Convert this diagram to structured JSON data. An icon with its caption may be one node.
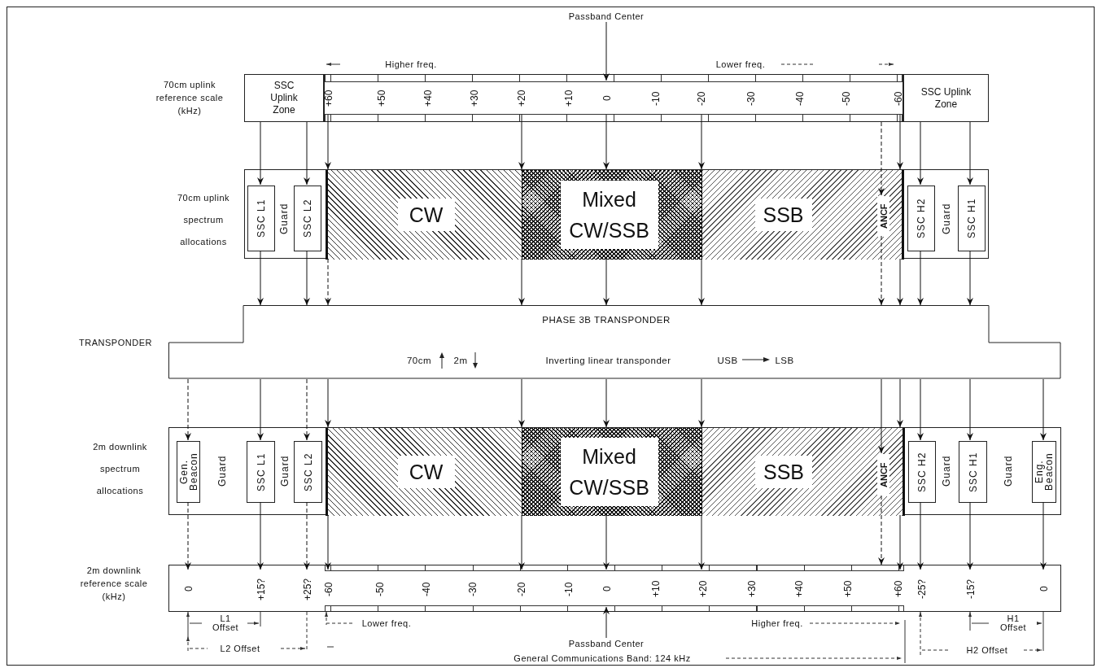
{
  "diagram": {
    "nodes": [
      {
        "text": [
          "Passband Center"
        ]
      },
      {
        "text": [
          "SSC Uplink Zone"
        ]
      },
      {
        "text": [],
        "shape": "bar"
      },
      {
        "text": [
          "+60"
        ],
        "in": 2
      },
      {
        "text": [
          "+50"
        ],
        "in": 2
      },
      {
        "text": [
          "+40"
        ],
        "in": 2
      },
      {
        "text": [
          "+30"
        ],
        "in": 2
      },
      {
        "text": [
          "+20"
        ],
        "in": 2
      },
      {
        "text": [
          "+10"
        ],
        "in": 2
      },
      {
        "text": [
          "0"
        ],
        "in": 2
      },
      {
        "text": [
          "-10"
        ],
        "in": 2
      },
      {
        "text": [
          "-20"
        ],
        "in": 2
      },
      {
        "text": [
          "-30"
        ],
        "in": 2
      },
      {
        "text": [
          "-40"
        ],
        "in": 2
      },
      {
        "text": [
          "-50"
        ],
        "in": 2
      },
      {
        "text": [
          "-60"
        ],
        "in": 2
      },
      {
        "text": [
          "SSC Uplink Zone"
        ]
      },
      {
        "text": [],
        "shape": "box"
      },
      {
        "text": [
          "SSC L1"
        ],
        "in": 17
      },
      {
        "text": [
          "Guard"
        ],
        "in": 17
      },
      {
        "text": [
          "SSC L2"
        ],
        "in": 17
      },
      {
        "text": [
          "CW"
        ],
        "in": 17
      },
      {
        "text": [
          "Mixed CW/SSB"
        ],
        "in": 17
      },
      {
        "text": [
          "SSB"
        ],
        "in": 17
      },
      {
        "text": [
          "ANCF"
        ],
        "in": 23
      },
      {
        "text": [
          "SSC H2"
        ],
        "in": 17
      },
      {
        "text": [
          "Guard"
        ],
        "in": 17
      },
      {
        "text": [
          "SSC H1"
        ],
        "in": 17
      },
      {
        "text": [
          "PHASE 3B TRANSPONDER",
          "70cm",
          "2m",
          "Inverting linear transponder",
          "USB",
          "LSB"
        ]
      },
      {
        "text": [],
        "shape": "box"
      },
      {
        "text": [
          "Gen. Beacon"
        ],
        "in": 29
      },
      {
        "text": [
          "Guard"
        ],
        "in": 29
      },
      {
        "text": [
          "SSC L1"
        ],
        "in": 29
      },
      {
        "text": [
          "Guard"
        ],
        "in": 29
      },
      {
        "text": [
          "SSC L2"
        ],
        "in": 29
      },
      {
        "text": [
          "CW"
        ],
        "in": 29
      },
      {
        "text": [
          "Mixed CW/SSB"
        ],
        "in": 29
      },
      {
        "text": [
          "SSB"
        ],
        "in": 29
      },
      {
        "text": [
          "ANCF"
        ],
        "in": 37
      },
      {
        "text": [
          "SSC H2"
        ],
        "in": 29
      },
      {
        "text": [
          "Guard"
        ],
        "in": 29
      },
      {
        "text": [
          "SSC H1"
        ],
        "in": 29
      },
      {
        "text": [
          "Guard"
        ],
        "in": 29
      },
      {
        "text": [
          "Eng. Beacon"
        ],
        "in": 29
      },
      {
        "text": [],
        "shape": "bar"
      },
      {
        "text": [
          "0"
        ],
        "in": 44
      },
      {
        "text": [
          "+15?"
        ],
        "in": 44
      },
      {
        "text": [
          "+25?"
        ],
        "in": 44
      },
      {
        "text": [
          "-60"
        ],
        "in": 44
      },
      {
        "text": [
          "-50"
        ],
        "in": 44
      },
      {
        "text": [
          "-40"
        ],
        "in": 44
      },
      {
        "text": [
          "-30"
        ],
        "in": 44
      },
      {
        "text": [
          "-20"
        ],
        "in": 44
      },
      {
        "text": [
          "-10"
        ],
        "in": 44
      },
      {
        "text": [
          "0"
        ],
        "in": 44
      },
      {
        "text": [
          "+10"
        ],
        "in": 44
      },
      {
        "text": [
          "+20"
        ],
        "in": 44
      },
      {
        "text": [
          "+30"
        ],
        "in": 44
      },
      {
        "text": [
          "+40"
        ],
        "in": 44
      },
      {
        "text": [
          "+50"
        ],
        "in": 44
      },
      {
        "text": [
          "+60"
        ],
        "in": 44
      },
      {
        "text": [
          "-25?"
        ],
        "in": 44
      },
      {
        "text": [
          "-15?"
        ],
        "in": 44
      },
      {
        "text": [
          "0"
        ],
        "in": 44
      },
      {
        "text": [
          "Passband Center"
        ]
      }
    ],
    "edges": [
      {
        "from": 0,
        "to": 9,
        "arrow": "to"
      },
      {
        "from": 1,
        "to": 18,
        "arrow": "to"
      },
      {
        "from": 1,
        "to": 20,
        "arrow": "to"
      },
      {
        "from": 3,
        "to": 21,
        "arrow": "to"
      },
      {
        "from": 7,
        "to": 22,
        "arrow": "to"
      },
      {
        "from": 9,
        "to": 22,
        "arrow": "to"
      },
      {
        "from": 11,
        "to": 23,
        "arrow": "to"
      },
      {
        "from": 2,
        "to": 24,
        "arrow": "to",
        "style": "dashed"
      },
      {
        "from": 15,
        "to": 23,
        "arrow": "to"
      },
      {
        "from": 16,
        "to": 25,
        "arrow": "to"
      },
      {
        "from": 16,
        "to": 27,
        "arrow": "to"
      },
      {
        "from": 18,
        "to": 28,
        "arrow": "to"
      },
      {
        "from": 20,
        "to": 28,
        "arrow": "to"
      },
      {
        "from": 21,
        "to": 28,
        "arrow": "to",
        "style": "dashed"
      },
      {
        "from": 22,
        "to": 28,
        "arrow": "to"
      },
      {
        "from": 22,
        "to": 28,
        "arrow": "to"
      },
      {
        "from": 23,
        "to": 28,
        "arrow": "to"
      },
      {
        "from": 24,
        "to": 28,
        "arrow": "to",
        "style": "dashed"
      },
      {
        "from": 23,
        "to": 28,
        "arrow": "to"
      },
      {
        "from": 25,
        "to": 28,
        "arrow": "to"
      },
      {
        "from": 27,
        "to": 28,
        "arrow": "to"
      },
      {
        "from": 28,
        "to": 30,
        "arrow": "to",
        "style": "dashed"
      },
      {
        "from": 28,
        "to": 32,
        "arrow": "to"
      },
      {
        "from": 28,
        "to": 34,
        "arrow": "to",
        "style": "dashed"
      },
      {
        "from": 28,
        "to": 35,
        "arrow": "to"
      },
      {
        "from": 28,
        "to": 36,
        "arrow": "to"
      },
      {
        "from": 28,
        "to": 36,
        "arrow": "to"
      },
      {
        "from": 28,
        "to": 37,
        "arrow": "to"
      },
      {
        "from": 28,
        "to": 38,
        "arrow": "to"
      },
      {
        "from": 28,
        "to": 37,
        "arrow": "to"
      },
      {
        "from": 28,
        "to": 39,
        "arrow": "to"
      },
      {
        "from": 28,
        "to": 41,
        "arrow": "to"
      },
      {
        "from": 28,
        "to": 43,
        "arrow": "to"
      },
      {
        "from": 30,
        "to": 45,
        "arrow": "to",
        "style": "dashed"
      },
      {
        "from": 32,
        "to": 46,
        "arrow": "to"
      },
      {
        "from": 34,
        "to": 47,
        "arrow": "to",
        "style": "dashed"
      },
      {
        "from": 35,
        "to": 48,
        "arrow": "to"
      },
      {
        "from": 36,
        "to": 52,
        "arrow": "to"
      },
      {
        "from": 36,
        "to": 54,
        "arrow": "to"
      },
      {
        "from": 37,
        "to": 56,
        "arrow": "to"
      },
      {
        "from": 38,
        "to": 44,
        "arrow": "to",
        "style": "dashed"
      },
      {
        "from": 37,
        "to": 60,
        "arrow": "to"
      },
      {
        "from": 39,
        "to": 61,
        "arrow": "to"
      },
      {
        "from": 41,
        "to": 62,
        "arrow": "to"
      },
      {
        "from": 43,
        "to": 63,
        "arrow": "to"
      },
      {
        "from": 64,
        "to": 54,
        "arrow": "to"
      }
    ],
    "labels": [
      "Higher freq.",
      "Lower freq.",
      "70cm uplink reference scale (kHz)",
      "70cm uplink spectrum allocations",
      "TRANSPONDER",
      "2m downlink spectrum allocations",
      "2m downlink reference scale (kHz)",
      "L1 Offset",
      "Lower freq.",
      "Higher freq.",
      "H1 Offset",
      "L2 Offset",
      "H2 Offset",
      "General Communications Band: 124 kHz"
    ]
  }
}
